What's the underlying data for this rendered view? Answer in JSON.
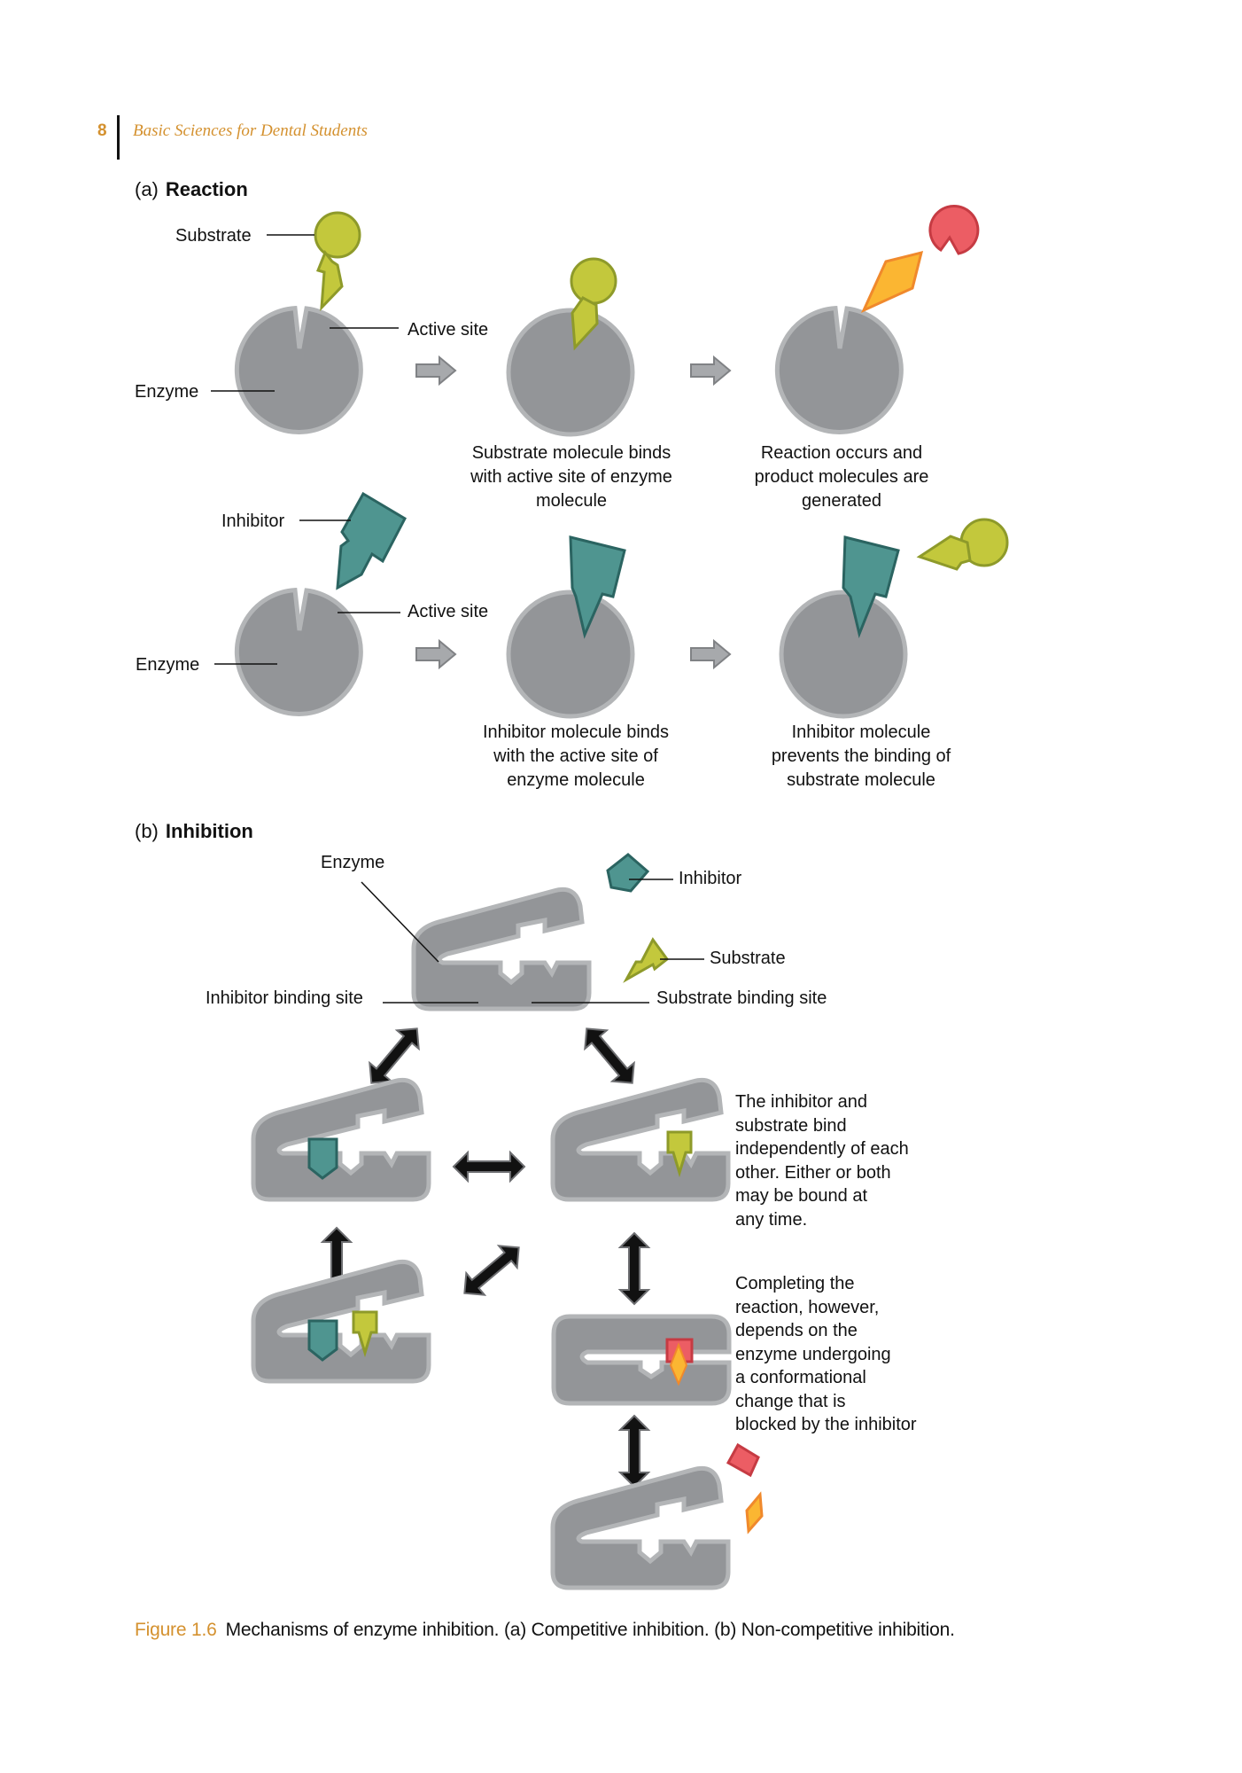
{
  "header": {
    "page_number": "8",
    "running_title": "Basic Sciences for Dental Students"
  },
  "colors": {
    "accent": "#d4912f",
    "enzyme_fill": "#939598",
    "enzyme_stroke": "#b3b5b7",
    "substrate": "#c3c83c",
    "substrate_stroke": "#8e9a2a",
    "inhibitor": "#4f9590",
    "inhibitor_stroke": "#2b6461",
    "product_red": "#ec5d64",
    "product_orange": "#fbb632"
  },
  "panel_a": {
    "label": "(a)",
    "title": "Reaction",
    "row1": {
      "labels": {
        "substrate": "Substrate",
        "active_site": "Active site",
        "enzyme": "Enzyme"
      },
      "captions": [
        "Substrate molecule binds\nwith active site of enzyme\nmolecule",
        "Reaction occurs and\nproduct molecules are\ngenerated"
      ],
      "icons": [
        "enzyme-icon",
        "substrate-icon",
        "arrow-right-icon",
        "product-icon"
      ]
    },
    "row2": {
      "labels": {
        "inhibitor": "Inhibitor",
        "active_site": "Active site",
        "enzyme": "Enzyme"
      },
      "captions": [
        "Inhibitor molecule binds\nwith the active site of\nenzyme molecule",
        "Inhibitor molecule\nprevents the binding of\nsubstrate molecule"
      ]
    }
  },
  "panel_b": {
    "label": "(b)",
    "title": "Inhibition",
    "labels": {
      "enzyme": "Enzyme",
      "inhibitor": "Inhibitor",
      "substrate": "Substrate",
      "inhibitor_binding_site": "Inhibitor binding site",
      "substrate_binding_site": "Substrate binding site"
    },
    "notes": [
      "The inhibitor and\nsubstrate bind\nindependently of each\nother. Either or both\nmay be bound at\nany time.",
      "Completing the\nreaction, however,\ndepends on the\nenzyme undergoing\na conformational\nchange that is\nblocked by the inhibitor"
    ]
  },
  "figure_caption": {
    "number": "Figure 1.6",
    "text": "Mechanisms of enzyme inhibition. (a) Competitive inhibition. (b) Non-competitive inhibition."
  }
}
